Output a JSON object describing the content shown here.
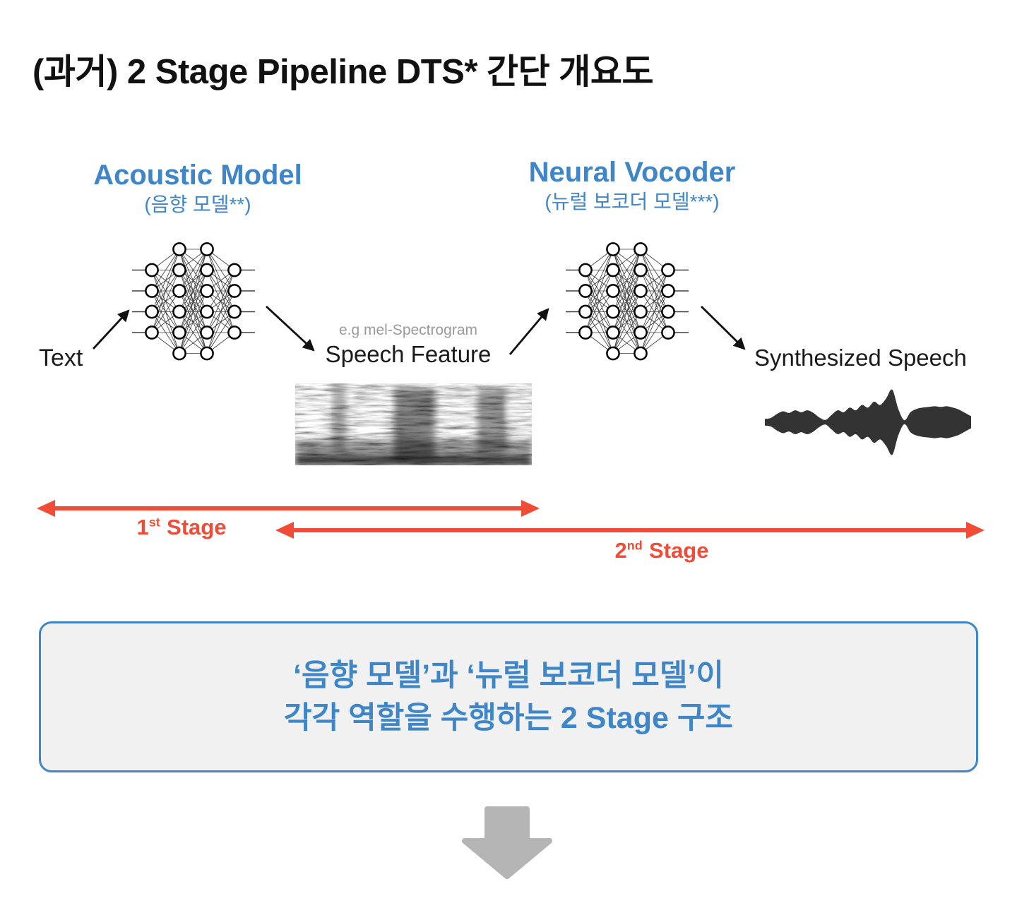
{
  "page_title": "(과거) 2 Stage Pipeline DTS* 간단 개요도",
  "pipeline": {
    "acoustic_model": {
      "title": "Acoustic Model",
      "subtitle": "(음향 모델**)"
    },
    "neural_vocoder": {
      "title": "Neural Vocoder",
      "subtitle": "(뉴럴 보코더 모델***)"
    },
    "input_label": "Text",
    "feature_note": "e.g mel-Spectrogram",
    "feature_label": "Speech Feature",
    "output_label": "Synthesized Speech",
    "network_layers": [
      4,
      6,
      6,
      4
    ],
    "waveform_amplitudes": [
      0.1,
      0.13,
      0.25,
      0.33,
      0.28,
      0.36,
      0.3,
      0.36,
      0.28,
      0.14,
      0.07,
      0.22,
      0.36,
      0.3,
      0.44,
      0.36,
      0.52,
      0.44,
      0.62,
      0.52,
      0.72,
      0.98,
      0.4,
      0.06,
      0.3,
      0.4,
      0.44,
      0.46,
      0.48,
      0.46,
      0.48,
      0.44,
      0.38,
      0.28,
      0.18
    ]
  },
  "stages": {
    "first": {
      "number": "1",
      "ordinal": "st",
      "word": "Stage"
    },
    "second": {
      "number": "2",
      "ordinal": "nd",
      "word": "Stage"
    }
  },
  "summary_box": {
    "line1": "‘음향 모델’과 ‘뉴럴 보코더 모델’이",
    "line2": "각각 역할을 수행하는 2 Stage 구조"
  },
  "colors": {
    "accent_blue": "#3E86C7",
    "stage_red": "#F04C38",
    "down_arrow_gray": "#B5B5B5",
    "waveform_dark": "#333333",
    "note_gray": "#9A9A9A",
    "summary_box_bg": "#F1F1F1"
  }
}
